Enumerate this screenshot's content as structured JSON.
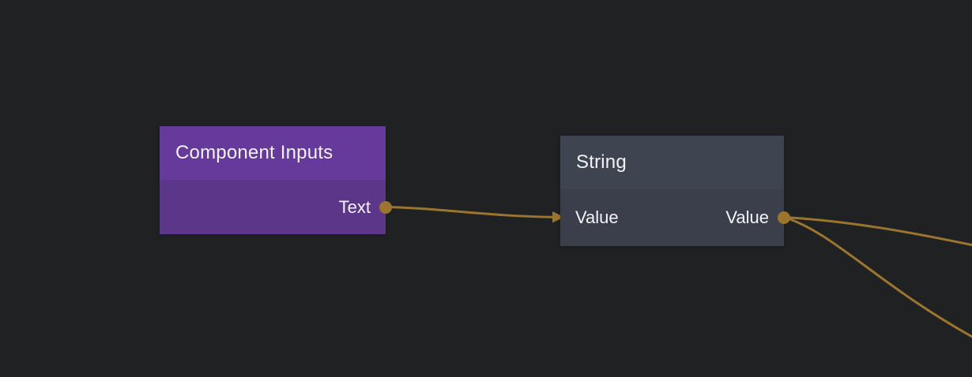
{
  "canvas": {
    "background_color": "#1f2123",
    "wire_color": "#9b752e"
  },
  "nodes": [
    {
      "title": "Component Inputs",
      "header_color": "#663a9b",
      "body_color": "#5c3689",
      "inputs": [],
      "outputs": [
        {
          "label": "Text"
        }
      ]
    },
    {
      "title": "String",
      "header_color": "#3f4451",
      "body_color": "#3a3f4b",
      "inputs": [
        {
          "label": "Value"
        }
      ],
      "outputs": [
        {
          "label": "Value"
        }
      ]
    }
  ],
  "connections": [
    {
      "from_node": "Component Inputs",
      "from_port": "Text",
      "to_node": "String",
      "to_port": "Value"
    },
    {
      "from_node": "String",
      "from_port": "Value",
      "to_node": "offscreen-right-upper"
    },
    {
      "from_node": "String",
      "from_port": "Value",
      "to_node": "offscreen-right-lower"
    }
  ]
}
